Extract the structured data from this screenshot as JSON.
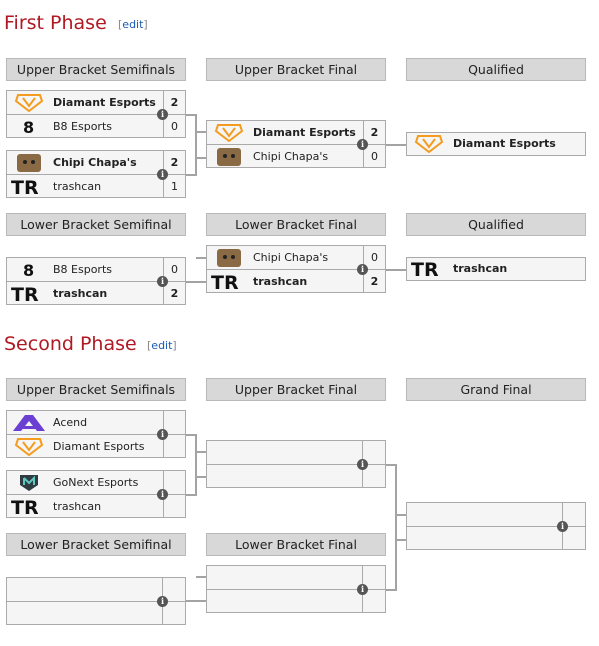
{
  "first_phase": {
    "title": "First Phase",
    "edit": "edit",
    "headers": [
      "Upper Bracket Semifinals",
      "Upper Bracket Final",
      "Qualified",
      "Lower Bracket Semifinal",
      "Lower Bracket Final",
      "Qualified"
    ],
    "ub_semi_1": [
      {
        "team": "Diamant Esports",
        "score": "2"
      },
      {
        "team": "B8 Esports",
        "score": "0"
      }
    ],
    "ub_semi_2": [
      {
        "team": "Chipi Chapa's",
        "score": "2"
      },
      {
        "team": "trashcan",
        "score": "1"
      }
    ],
    "ub_final": [
      {
        "team": "Diamant Esports",
        "score": "2"
      },
      {
        "team": "Chipi Chapa's",
        "score": "0"
      }
    ],
    "qualified_1": "Diamant Esports",
    "lb_semi": [
      {
        "team": "B8 Esports",
        "score": "0"
      },
      {
        "team": "trashcan",
        "score": "2"
      }
    ],
    "lb_final": [
      {
        "team": "Chipi Chapa's",
        "score": "0"
      },
      {
        "team": "trashcan",
        "score": "2"
      }
    ],
    "qualified_2": "trashcan"
  },
  "second_phase": {
    "title": "Second Phase",
    "edit": "edit",
    "headers": [
      "Upper Bracket Semifinals",
      "Upper Bracket Final",
      "Grand Final",
      "Lower Bracket Semifinal",
      "Lower Bracket Final"
    ],
    "ub_semi_1": [
      {
        "team": "Acend"
      },
      {
        "team": "Diamant Esports"
      }
    ],
    "ub_semi_2": [
      {
        "team": "GoNext Esports"
      },
      {
        "team": "trashcan"
      }
    ]
  },
  "colors": {
    "title_red": "#b01923",
    "link_blue": "#1a5bb3",
    "header_gray": "#d8d8d8",
    "diamant_orange": "#f39c1f",
    "acend_purple": "#6b3fd1"
  }
}
